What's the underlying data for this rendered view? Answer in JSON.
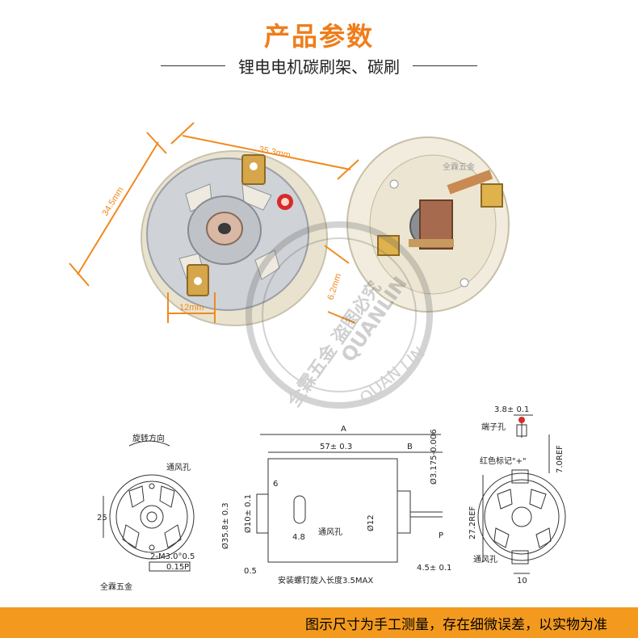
{
  "header": {
    "title": "产品参数",
    "subtitle": "锂电电机碳刷架、碳刷"
  },
  "colors": {
    "accent": "#ef7d1a",
    "footer_bg": "#f39a1e",
    "dim_orange": "#f08a1d"
  },
  "photo_dimensions": {
    "width": "35.3mm",
    "height": "34.5mm",
    "tab_width": "12mm",
    "tab_gap": "6.2mm"
  },
  "watermark": {
    "brand_cn": "全霖五金",
    "text_cn": "全霖五金 盗图必究",
    "text_en": "QUANLIN",
    "text_en2": "QUAN LIN",
    "small_mark": "全霖五金"
  },
  "drawing": {
    "front_view": {
      "rotation_label": "旋转方向",
      "vent_label": "通风孔",
      "dim_25": "25",
      "hole_spec": "2-M3.0°0.5",
      "tolerance": "0.15",
      "datum": "P",
      "logo_text": "全霖五金"
    },
    "side_view": {
      "dim_A": "A",
      "dim_57": "57± 0.3",
      "dim_B": "B",
      "dim_6": "6",
      "dim_35_8": "Ø35.8± 0.3",
      "dim_10": "Ø10± 0.1",
      "dim_4_8": "4.8",
      "dim_0_5": "0.5",
      "dim_12": "Ø12",
      "shaft": "Ø3.175-0.006",
      "vent_label": "通风孔",
      "datum": "P",
      "dim_4_5": "4.5± 0.1",
      "screw_note": "安装螺钉旋入长度3.5MAX"
    },
    "rear_view": {
      "dim_3_8": "3.8± 0.1",
      "terminal_hole": "端子孔",
      "red_mark": "红色标记\"+\"",
      "dim_7ref": "7.0REF",
      "dim_27ref": "27.2REF",
      "vent_label": "通风孔",
      "dim_10": "10"
    }
  },
  "footer": {
    "note": "图示尺寸为手工测量，存在细微误差，以实物为准"
  }
}
